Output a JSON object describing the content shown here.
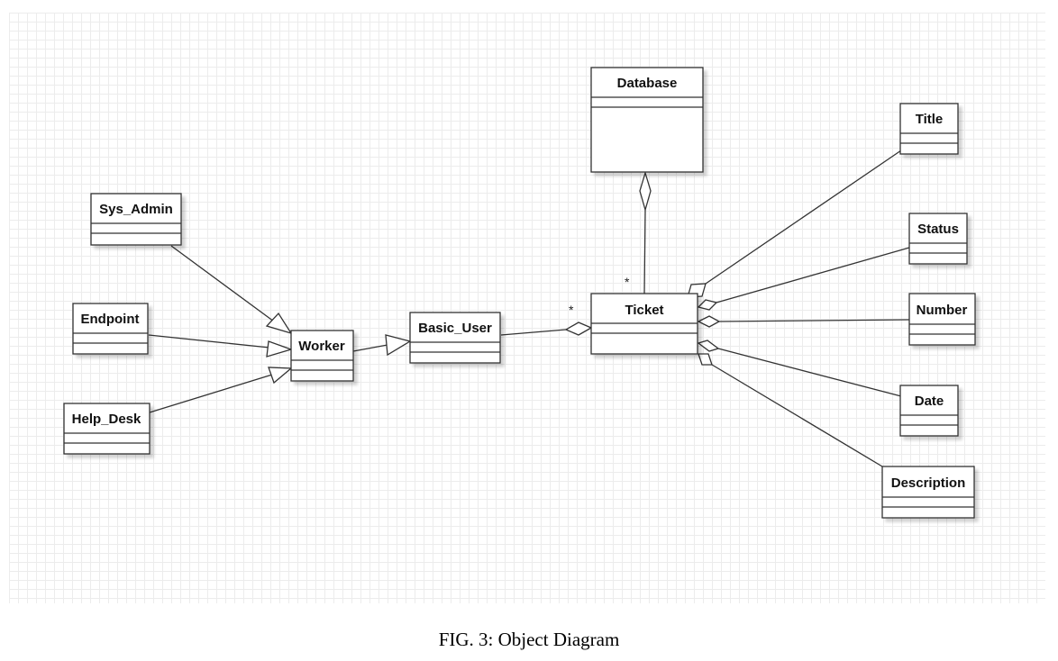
{
  "diagram": {
    "classes": {
      "database": "Database",
      "title": "Title",
      "status": "Status",
      "number": "Number",
      "date": "Date",
      "description": "Description",
      "ticket": "Ticket",
      "basic_user": "Basic_User",
      "worker": "Worker",
      "sys_admin": "Sys_Admin",
      "endpoint": "Endpoint",
      "help_desk": "Help_Desk"
    },
    "multiplicities": {
      "database_ticket": "*",
      "basic_user_ticket": "*"
    }
  },
  "caption": "FIG. 3: Object Diagram"
}
